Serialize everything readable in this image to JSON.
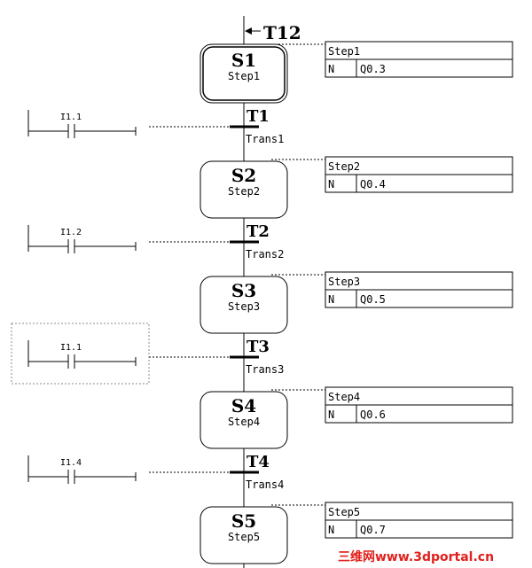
{
  "top_transition": {
    "label": "T12"
  },
  "steps": [
    {
      "id": "S1",
      "name": "Step1",
      "initial": true,
      "action_title": "Step1",
      "qualifier": "N",
      "output": "Q0.3"
    },
    {
      "id": "S2",
      "name": "Step2",
      "initial": false,
      "action_title": "Step2",
      "qualifier": "N",
      "output": "Q0.4"
    },
    {
      "id": "S3",
      "name": "Step3",
      "initial": false,
      "action_title": "Step3",
      "qualifier": "N",
      "output": "Q0.5"
    },
    {
      "id": "S4",
      "name": "Step4",
      "initial": false,
      "action_title": "Step4",
      "qualifier": "N",
      "output": "Q0.6"
    },
    {
      "id": "S5",
      "name": "Step5",
      "initial": false,
      "action_title": "Step5",
      "qualifier": "N",
      "output": "Q0.7"
    }
  ],
  "transitions": [
    {
      "id": "T1",
      "name": "Trans1",
      "contact": "I1.1",
      "selected": false
    },
    {
      "id": "T2",
      "name": "Trans2",
      "contact": "I1.2",
      "selected": false
    },
    {
      "id": "T3",
      "name": "Trans3",
      "contact": "I1.1",
      "selected": true
    },
    {
      "id": "T4",
      "name": "Trans4",
      "contact": "I1.4",
      "selected": false
    }
  ],
  "watermark": {
    "text": "三维网www.3dportal.cn",
    "color": "#e0201c"
  },
  "colors": {
    "line": "#000000",
    "background": "#ffffff",
    "selection": "#888888"
  }
}
